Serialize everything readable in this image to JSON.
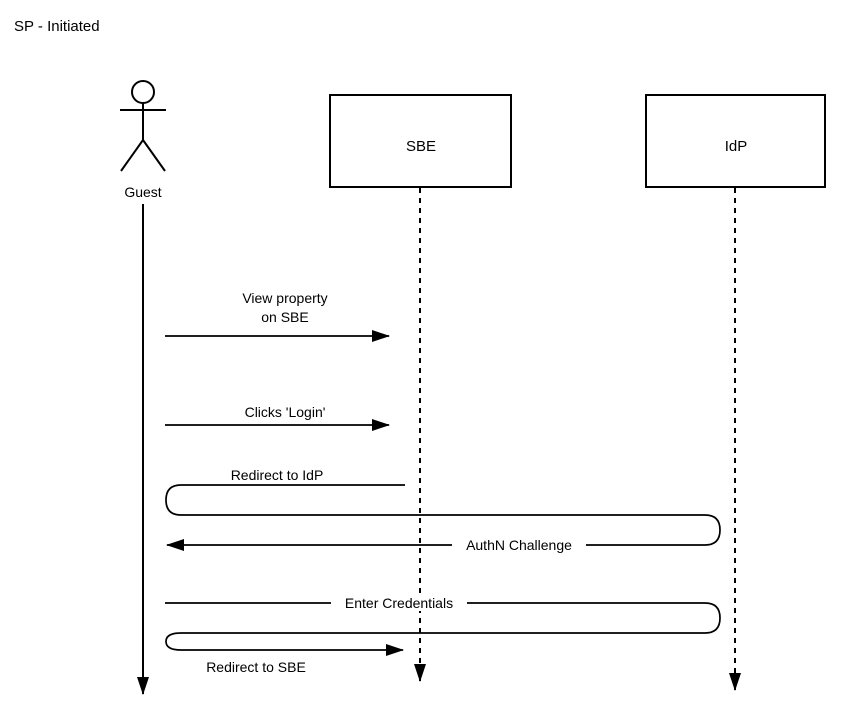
{
  "title": "SP - Initiated",
  "actor": {
    "label": "Guest"
  },
  "participants": [
    {
      "label": "SBE"
    },
    {
      "label": "IdP"
    }
  ],
  "messages": {
    "view_property_line1": "View property",
    "view_property_line2": "on SBE",
    "clicks_login": "Clicks 'Login'",
    "redirect_to_idp": "Redirect to IdP",
    "authn_challenge": "AuthN Challenge",
    "enter_credentials": "Enter Credentials",
    "redirect_to_sbe": "Redirect to SBE"
  },
  "colors": {
    "stroke": "#000000",
    "background": "#ffffff"
  }
}
